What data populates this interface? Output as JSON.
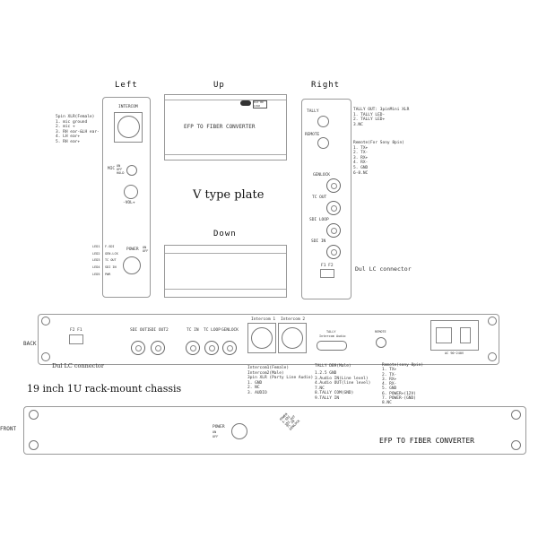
{
  "titles": {
    "left": "Left",
    "up": "Up",
    "right": "Right",
    "down": "Down",
    "vplate": "V type plate",
    "back": "BACK",
    "front": "FRONT",
    "chassis": "19 inch 1U rack-mount chassis"
  },
  "left": {
    "intercom": "INTERCOM",
    "pin_title": "5pin XLR(Female)",
    "pins": [
      "1. mic ground",
      "2. mic +",
      "3. RH ear-&LH ear-",
      "4. LH ear+",
      "5. RH ear+"
    ],
    "mic": "MIC",
    "mic_sw": [
      "ON",
      "OFF",
      "HOLD"
    ],
    "vol": "-VOL+",
    "leds_left": [
      "LED1",
      "LED2",
      "LED3",
      "LED4",
      "LED5"
    ],
    "leds_right": [
      "F-SDI",
      "GEN-LCK",
      "TC OUT",
      "SDI IN",
      "PWR"
    ],
    "power": "POWER",
    "power_on": "ON",
    "power_off": "OFF"
  },
  "up": {
    "label": "EFP TO FIBER CONVERTER",
    "badge": "Dul BD LOGO"
  },
  "right": {
    "tally": "TALLY",
    "remote": "REMOTE",
    "genlock": "GENLOCK",
    "tc_out": "TC OUT",
    "sdi_loop": "SDI LOOP",
    "sdi_in": "SDI IN",
    "fiber": "F1 F2",
    "lc": "Dul LC connector",
    "tally_title": "TALLY OUT: 3pinMini XLR",
    "tally_pins": [
      "1. TALLY LED-",
      "2. TALLY LED+",
      "3.NC"
    ],
    "remote_title": "Remote(For Sony 8pin)",
    "remote_pins": [
      "1. TX+",
      "2. TX-",
      "3. RX+",
      "4. RX-",
      "5. GND",
      "6-8.NC"
    ]
  },
  "back": {
    "fiber": "F2 F1",
    "sdi_out1": "SDI OUT1",
    "sdi_out2": "SDI OUT2",
    "tc_in": "TC IN",
    "tc_loop": "TC LOOP",
    "genlock": "GENLOCK",
    "intercom1": "Intercom 1",
    "intercom2": "Intercom 2",
    "tally": "TALLY",
    "tally_sub": "Intercom Audio",
    "remote": "REMOTE",
    "power_rating": "AC 90~240V",
    "lc": "Dul LC connector",
    "intercom_notes": [
      "Intercom1(Female)",
      "Intercom2(Male)",
      "3pin XLR (Party Line Audio)",
      "1. GND",
      "2. NC",
      "3. AUDIO"
    ],
    "tally_notes": [
      "TALLY DB9(Male)",
      "1.2.5 GND",
      "3.Audio IN(Line level)",
      "4.Audio OUT(line level)",
      "7.NC",
      "8.TALLY COM(GND)",
      "9.TALLY IN"
    ],
    "remote_notes": [
      "Remote(sony 8pin)",
      "1. TX+",
      "2. TX-",
      "3. RX+",
      "4. RX-",
      "5. GND",
      "6. POWER+(12V)",
      "7. POWER-(GND)",
      "8.NC"
    ]
  },
  "front": {
    "power": "POWER",
    "on": "ON",
    "off": "OFF",
    "leds": [
      "POWER",
      "F-SDI",
      "SDI OUT",
      "TC IN",
      "GENLOCK"
    ],
    "label": "EFP TO FIBER CONVERTER"
  }
}
